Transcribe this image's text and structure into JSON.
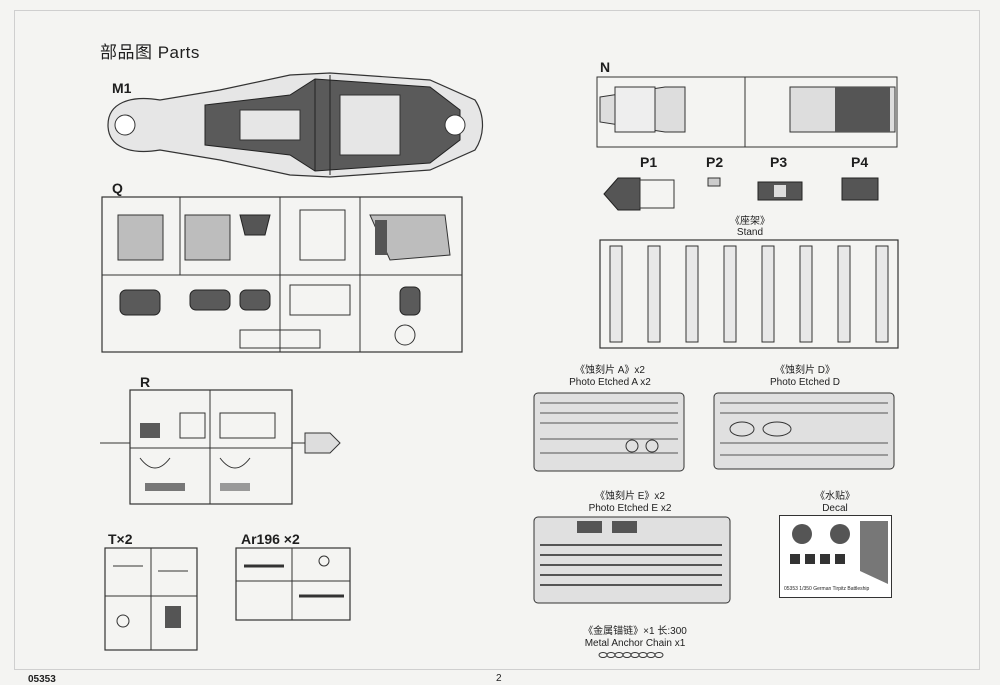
{
  "page": {
    "title": "部品图 Parts",
    "page_number": "2",
    "product_code": "05353"
  },
  "sprues": {
    "m1": "M1",
    "q": "Q",
    "r": "R",
    "t": "T×2",
    "ar196": "Ar196 ×2",
    "n": "N",
    "p1": "P1",
    "p2": "P2",
    "p3": "P3",
    "p4": "P4"
  },
  "captions": {
    "stand_cn": "《座架》",
    "stand_en": "Stand",
    "etched_a_cn": "《蚀刻片 A》x2",
    "etched_a_en": "Photo Etched A x2",
    "etched_d_cn": "《蚀刻片 D》",
    "etched_d_en": "Photo Etched D",
    "etched_e_cn": "《蚀刻片 E》x2",
    "etched_e_en": "Photo Etched E x2",
    "decal_cn": "《水贴》",
    "decal_en": "Decal",
    "chain_cn": "《金属锚链》×1 长:300",
    "chain_en": "Metal Anchor Chain x1"
  },
  "decal_sheet": {
    "caption": "05353 1/350 German Tirpitz Battleship"
  },
  "colors": {
    "line": "#333333",
    "dark_fill": "#4a4a4a",
    "mid_fill": "#9a9a9a",
    "paper": "#f4f4f2"
  }
}
